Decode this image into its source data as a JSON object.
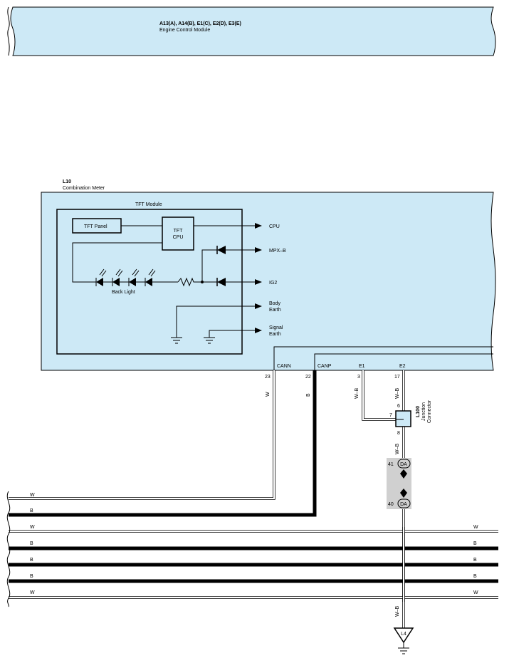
{
  "ecm": {
    "connectors": "A13(A), A14(B), E1(C), E2(D), E3(E)",
    "name": "Engine Control Module"
  },
  "meter": {
    "code": "L10",
    "name": "Combination Meter",
    "tft_module": "TFT Module",
    "tft_panel": "TFT Panel",
    "tft_cpu_line1": "TFT",
    "tft_cpu_line2": "CPU",
    "back_light": "Back Light",
    "out_cpu": "CPU",
    "out_mpxb": "MPX–B",
    "out_ig2": "IG2",
    "out_body_earth_1": "Body",
    "out_body_earth_2": "Earth",
    "out_signal_earth_1": "Signal",
    "out_signal_earth_2": "Earth",
    "term_cann": "CANN",
    "term_canp": "CANP",
    "term_e1": "E1",
    "term_e2": "E2"
  },
  "pins": {
    "cann": "23",
    "canp": "22",
    "e1": "3",
    "e2": "17",
    "jc_in_top": "6",
    "jc_in_left": "7",
    "jc_out": "8",
    "da_top": "41",
    "da_bottom": "40"
  },
  "wires": {
    "w": "W",
    "b": "B",
    "wb": "W–B"
  },
  "junction": {
    "code": "L100",
    "name1": "Junction",
    "name2": "Connector"
  },
  "connector_da": "DA",
  "ground_l4": "L4",
  "colors": {
    "module_fill": "#cde9f6",
    "connector_fill": "#d0d0d0",
    "line": "#000000"
  }
}
